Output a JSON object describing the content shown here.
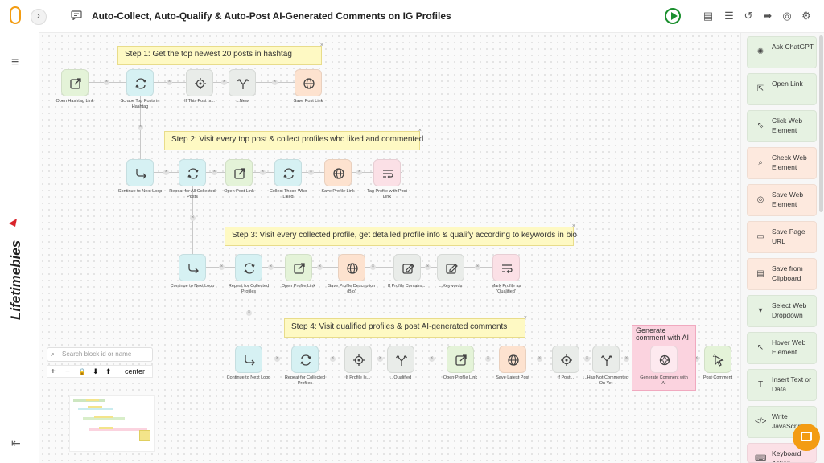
{
  "header": {
    "title": "Auto-Collect, Auto-Qualify & Auto-Post AI-Generated Comments on IG Profiles",
    "collapse_glyph": "›"
  },
  "brand": {
    "watermark": "Lifetimebies"
  },
  "notes": {
    "step1": "Step 1: Get the top newest 20 posts in hashtag",
    "step2": "Step 2: Visit every top post & collect profiles who liked and commented",
    "step3": "Step 3: Visit every collected profile, get detailed profile info & qualify according to keywords in bio",
    "step4": "Step 4: Visit qualified profiles & post AI-generated comments"
  },
  "row1": [
    {
      "label": "Open Hashtag Link",
      "icon": "open-link-icon",
      "color": "green"
    },
    {
      "label": "Scrape Top Posts in Hashtag",
      "icon": "loop-icon",
      "color": "cyan"
    },
    {
      "label": "If This Post Is...",
      "icon": "target-icon",
      "color": "gray"
    },
    {
      "label": "...New",
      "icon": "branch-icon",
      "color": "gray"
    },
    {
      "label": "Save Post Link",
      "icon": "globe-icon",
      "color": "orange"
    }
  ],
  "row2": [
    {
      "label": "Continue to Next Loop",
      "icon": "continue-icon",
      "color": "cyan"
    },
    {
      "label": "Repeat for All Collected Posts",
      "icon": "loop-icon",
      "color": "cyan"
    },
    {
      "label": "Open Post Link",
      "icon": "open-link-icon",
      "color": "green"
    },
    {
      "label": "Collect Those Who Liked",
      "icon": "loop-icon",
      "color": "cyan"
    },
    {
      "label": "Save Profile Link",
      "icon": "globe-icon",
      "color": "orange"
    },
    {
      "label": "Tag Profile with Post Link",
      "icon": "text-icon",
      "color": "pink"
    }
  ],
  "row3": [
    {
      "label": "Continue to Next Loop",
      "icon": "continue-icon",
      "color": "cyan"
    },
    {
      "label": "Repeat for Collected Profiles",
      "icon": "loop-icon",
      "color": "cyan"
    },
    {
      "label": "Open Profile Link",
      "icon": "open-link-icon",
      "color": "green"
    },
    {
      "label": "Save Profile Description (Bio)",
      "icon": "globe-icon",
      "color": "orange"
    },
    {
      "label": "If Profile Contains...",
      "icon": "edit-icon",
      "color": "gray"
    },
    {
      "label": "...Keywords",
      "icon": "edit-icon",
      "color": "gray"
    },
    {
      "label": "Mark Profile as 'Qualified'",
      "icon": "text-icon",
      "color": "pink"
    }
  ],
  "row4": [
    {
      "label": "Continue to Next Loop",
      "icon": "continue-icon",
      "color": "cyan"
    },
    {
      "label": "Repeat for Collected Profiles",
      "icon": "loop-icon",
      "color": "cyan"
    },
    {
      "label": "If Profile Is...",
      "icon": "target-icon",
      "color": "gray"
    },
    {
      "label": "...Qualified",
      "icon": "branch-icon",
      "color": "gray"
    },
    {
      "label": "Open Profile Link",
      "icon": "open-link-icon",
      "color": "green"
    },
    {
      "label": "Save Latest Post",
      "icon": "globe-icon",
      "color": "orange"
    },
    {
      "label": "If Post...",
      "icon": "target-icon",
      "color": "gray"
    },
    {
      "label": "...Has Not Commented On Yet",
      "icon": "branch-icon",
      "color": "gray"
    },
    {
      "label": "Generate Comment with AI",
      "icon": "ai-icon",
      "color": "pink"
    },
    {
      "label": "Post Comment",
      "icon": "cursor-icon",
      "color": "green"
    }
  ],
  "generate_box_title": "Generate comment with AI",
  "search": {
    "placeholder": "Search block id or name"
  },
  "zoom_controls": {
    "plus": "+",
    "minus": "−",
    "lock": "🔒",
    "down": "⬇",
    "up": "⬆",
    "center": "center"
  },
  "sidebar": [
    {
      "label": "Ask ChatGPT",
      "icon": "chatgpt-icon",
      "bg": "#e6f2e2"
    },
    {
      "label": "Open Link",
      "icon": "open-link-icon",
      "bg": "#e6f2e2"
    },
    {
      "label": "Click Web Element",
      "icon": "click-icon",
      "bg": "#e6f2e2"
    },
    {
      "label": "Check Web Element",
      "icon": "check-element-icon",
      "bg": "#fde9de"
    },
    {
      "label": "Save Web Element",
      "icon": "globe-icon",
      "bg": "#fde9de"
    },
    {
      "label": "Save Page URL",
      "icon": "page-icon",
      "bg": "#fde9de"
    },
    {
      "label": "Save from Clipboard",
      "icon": "clipboard-icon",
      "bg": "#fde9de"
    },
    {
      "label": "Select Web Dropdown",
      "icon": "dropdown-icon",
      "bg": "#e6f2e2"
    },
    {
      "label": "Hover Web Element",
      "icon": "hover-icon",
      "bg": "#e6f2e2"
    },
    {
      "label": "Insert Text or Data",
      "icon": "text-insert-icon",
      "bg": "#e6f2e2"
    },
    {
      "label": "Write JavaScript",
      "icon": "code-icon",
      "bg": "#e6f2e2"
    },
    {
      "label": "Keyboard Action",
      "icon": "keyboard-icon",
      "bg": "#fbe0e6"
    }
  ]
}
